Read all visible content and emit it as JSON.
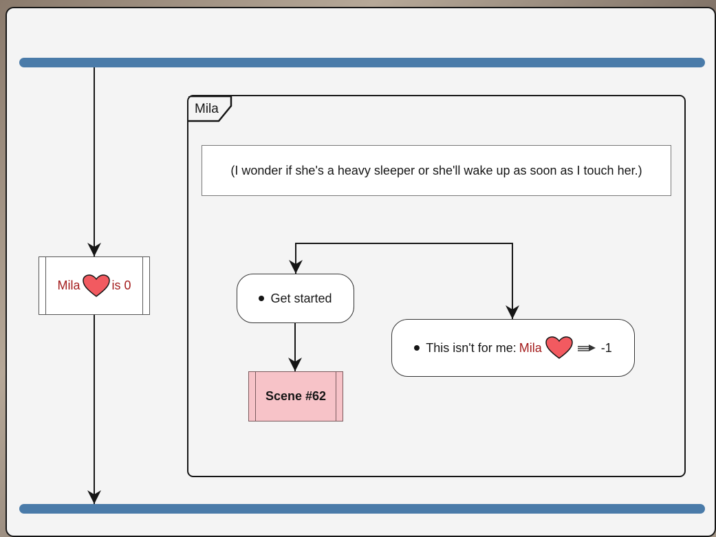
{
  "group": {
    "title": "Mila"
  },
  "note": {
    "text": "(I wonder if she's a heavy sleeper or she'll wake up as soon as I touch her.)"
  },
  "affection_check": {
    "name": "Mila",
    "value_text": "is 0"
  },
  "choices": [
    {
      "label": "Get started"
    },
    {
      "prefix": "This isn't for me:",
      "name": "Mila",
      "change": "-1"
    }
  ],
  "scene": {
    "label": "Scene #62"
  },
  "colors": {
    "bar": "#4a7ba9",
    "character_name": "#a31b1b",
    "heart_fill": "#f25a60",
    "scene_fill": "#f7c3c8"
  },
  "icons": [
    "heart-icon",
    "arrow-right-icon"
  ]
}
